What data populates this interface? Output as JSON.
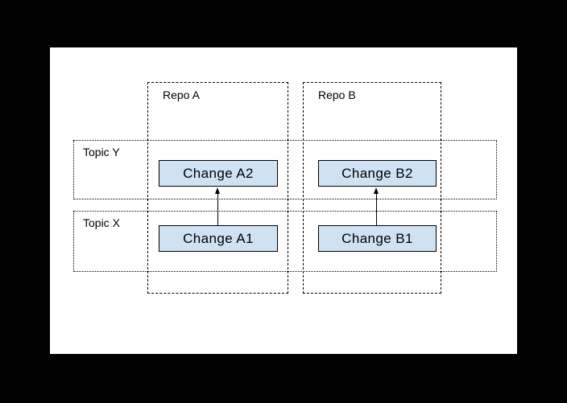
{
  "page": {
    "background": "#000000",
    "canvas_background": "#ffffff"
  },
  "diagram": {
    "repos": [
      {
        "label": "Repo A"
      },
      {
        "label": "Repo B"
      }
    ],
    "topics": [
      {
        "label": "Topic Y"
      },
      {
        "label": "Topic X"
      }
    ],
    "changes": [
      {
        "label": "Change A2",
        "repo": "Repo A",
        "topic": "Topic Y"
      },
      {
        "label": "Change B2",
        "repo": "Repo B",
        "topic": "Topic Y"
      },
      {
        "label": "Change A1",
        "repo": "Repo A",
        "topic": "Topic X"
      },
      {
        "label": "Change B1",
        "repo": "Repo B",
        "topic": "Topic X"
      }
    ],
    "arrows": [
      {
        "from": "Change A1",
        "to": "Change A2"
      },
      {
        "from": "Change B1",
        "to": "Change B2"
      }
    ],
    "colors": {
      "change_box_fill": "#cfe2f3",
      "change_box_border": "#000000",
      "line": "#000000"
    }
  }
}
